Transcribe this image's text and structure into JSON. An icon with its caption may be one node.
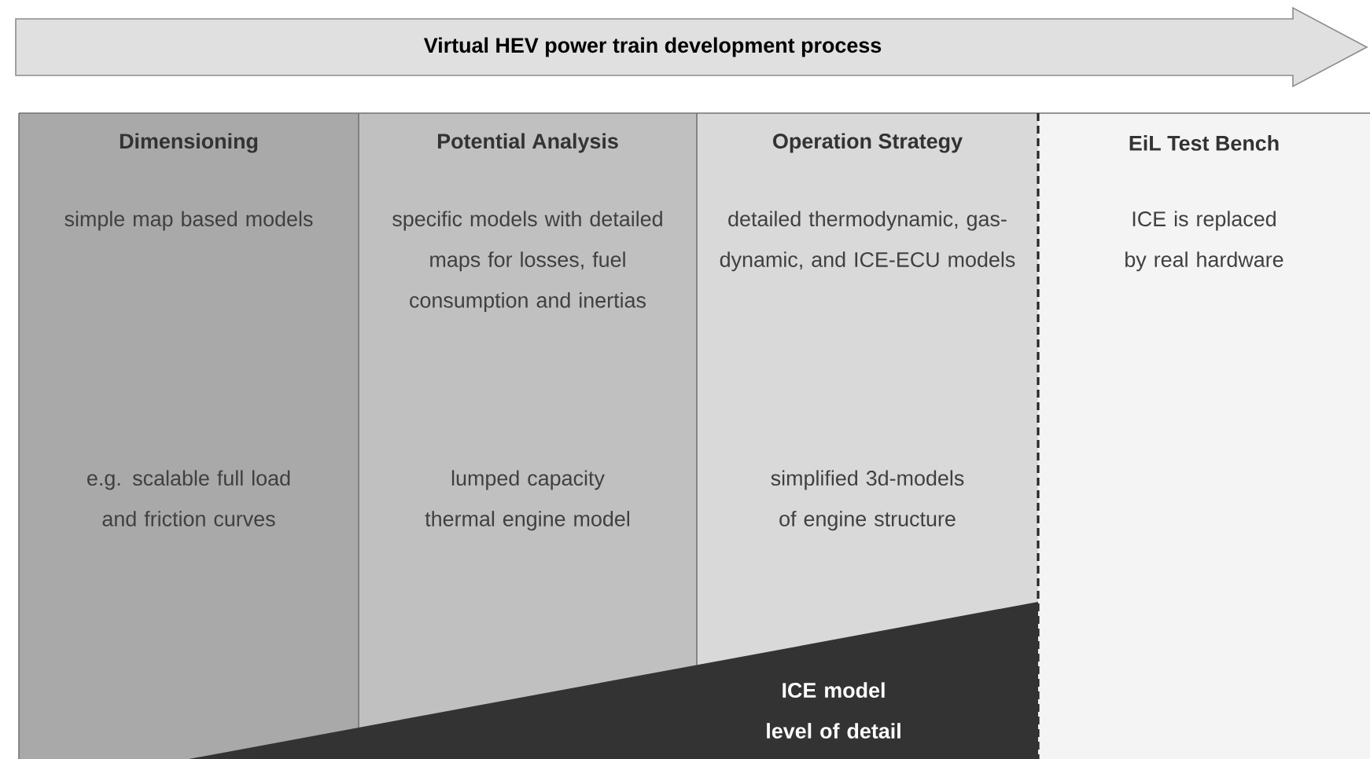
{
  "diagram": {
    "nodes": [
      {
        "text": [
          "Virtual HEV power train development process"
        ]
      },
      {
        "text": [
          "Dimensioning",
          "simple map based models",
          "e.g. scalable full load and friction curves"
        ]
      },
      {
        "text": [
          "Potential Analysis",
          "specific models with detailed maps for losses, fuel consumption and inertias",
          "lumped capacity thermal engine model"
        ]
      },
      {
        "text": [
          "Operation Strategy",
          "detailed thermodynamic, gas-dynamic, and ICE-ECU models",
          "simplified 3d-models of engine structure"
        ]
      },
      {
        "text": [
          "EiL Test Bench",
          "ICE is replaced by real hardware"
        ]
      },
      {
        "text": [
          "ICE model level of detail"
        ]
      }
    ]
  }
}
